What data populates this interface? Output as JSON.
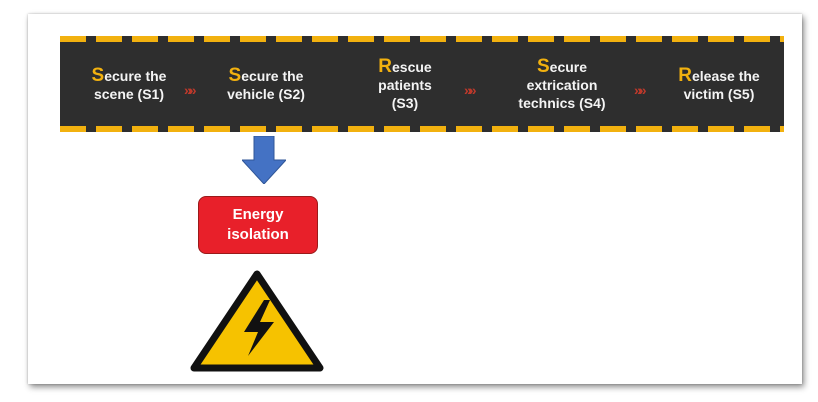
{
  "band": {
    "steps": [
      {
        "cap": "S",
        "rest_line1": "ecure the",
        "line2": "scene (S1)"
      },
      {
        "cap": "S",
        "rest_line1": "ecure the",
        "line2": "vehicle (S2)"
      },
      {
        "cap": "R",
        "rest_line1": "escue",
        "line2": "patients",
        "line3": "(S3)"
      },
      {
        "cap": "S",
        "rest_line1": "ecure",
        "line2": "extrication",
        "line3": "technics (S4)"
      },
      {
        "cap": "R",
        "rest_line1": "elease the",
        "line2": "victim (S5)"
      }
    ],
    "chevron_glyph": "»»"
  },
  "energy_box": {
    "line1": "Energy",
    "line2": "isolation"
  },
  "colors": {
    "band_bg": "#2e2e2e",
    "stripe_yellow": "#f2b10f",
    "chevron_red": "#c0392b",
    "arrow_blue": "#4472c4",
    "box_red": "#e8202a",
    "warning_yellow": "#f6c200"
  },
  "icons": {
    "down_arrow": "arrow-down-icon",
    "warning": "high-voltage-warning-icon"
  }
}
